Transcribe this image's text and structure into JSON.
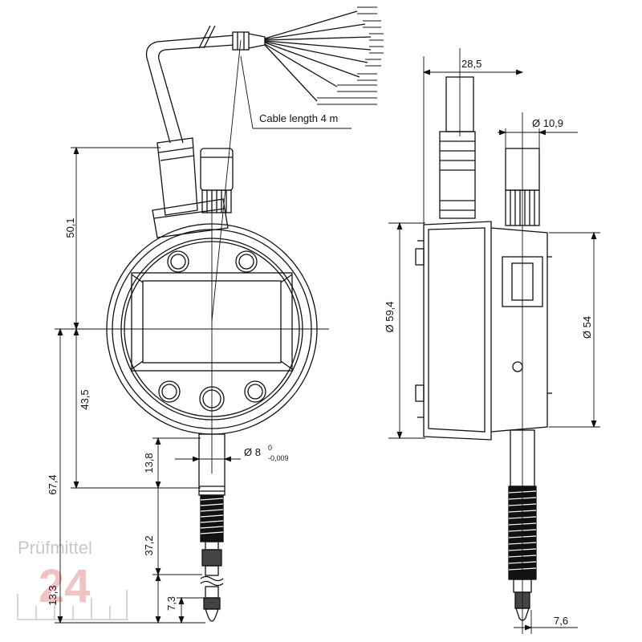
{
  "logo": {
    "line1": "Prüfmittel",
    "line2": "24",
    "color_text": "#c8c8c8",
    "color_number": "#f2c3c3"
  },
  "annotations": {
    "cable_length": "Cable length 4 m",
    "dim_50_1": "50,1",
    "dim_43_5": "43,5",
    "dim_67_4": "67,4",
    "dim_13_8": "13,8",
    "dim_37_2": "37,2",
    "dim_13_3": "13,3",
    "dim_7_3": "7,3",
    "dim_diam8_main": "Ø 8",
    "dim_diam8_upper": "0",
    "dim_diam8_lower": "-0,009",
    "dim_28_5": "28,5",
    "dim_diam10_9": "Ø 10,9",
    "dim_diam59_4": "Ø 59,4",
    "dim_diam54": "Ø 54",
    "dim_7_6": "7,6"
  },
  "colors": {
    "line": "#111111",
    "background": "#ffffff"
  }
}
